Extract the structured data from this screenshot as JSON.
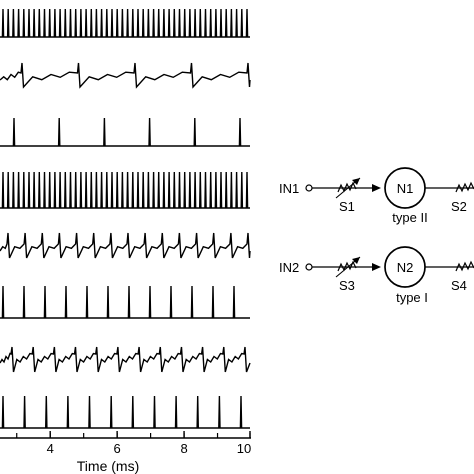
{
  "axis": {
    "xlabel": "Time (ms)",
    "tick_labels": [
      "4",
      "6",
      "8",
      "10"
    ]
  },
  "circuit": {
    "rows": [
      {
        "input": "IN1",
        "synapse_in": "S1",
        "neuron": "N1",
        "neuron_type": "type II",
        "synapse_out": "S2"
      },
      {
        "input": "IN2",
        "synapse_in": "S3",
        "neuron": "N2",
        "neuron_type": "type I",
        "synapse_out": "S4"
      }
    ]
  },
  "traces": [
    {
      "kind": "spike-train",
      "count": 48
    },
    {
      "kind": "sawtooth-burst",
      "count": 5
    },
    {
      "kind": "sparse-spikes",
      "count": 6
    },
    {
      "kind": "spike-train",
      "count": 48
    },
    {
      "kind": "sawtooth-dense",
      "count": 15
    },
    {
      "kind": "sparse-spikes",
      "count": 12
    },
    {
      "kind": "sawtooth-sparse",
      "count": 12
    },
    {
      "kind": "sparse-spikes",
      "count": 12
    }
  ]
}
